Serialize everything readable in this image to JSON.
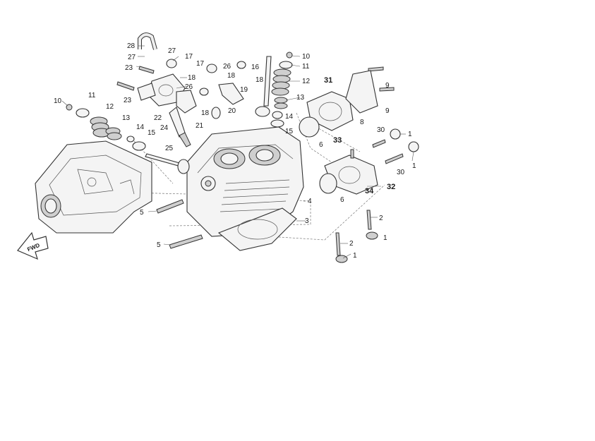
{
  "callouts": {
    "c1a": "1",
    "c1b": "1",
    "c1c": "1",
    "c2a": "2",
    "c2b": "2",
    "c3": "3",
    "c4": "4",
    "c5a": "5",
    "c5b": "5",
    "c6a": "6",
    "c6b": "6",
    "c8": "8",
    "c9a": "9",
    "c9b": "9",
    "c10a": "10",
    "c10b": "10",
    "c11a": "11",
    "c11b": "11",
    "c12a": "12",
    "c12b": "12",
    "c13a": "13",
    "c13b": "13",
    "c14a": "14",
    "c14b": "14",
    "c15a": "15",
    "c15b": "15",
    "c16": "16",
    "c17a": "17",
    "c17b": "17",
    "c18a": "18",
    "c18b": "18",
    "c18c": "18",
    "c18d": "18",
    "c19": "19",
    "c20": "20",
    "c21": "21",
    "c22": "22",
    "c23a": "23",
    "c23b": "23",
    "c24": "24",
    "c25": "25",
    "c26a": "26",
    "c26b": "26",
    "c27a": "27",
    "c27b": "27",
    "c28": "28",
    "c30a": "30",
    "c30b": "30",
    "c31": "31",
    "c32": "32",
    "c33": "33",
    "c34": "34"
  },
  "fwd_label": "FWD"
}
